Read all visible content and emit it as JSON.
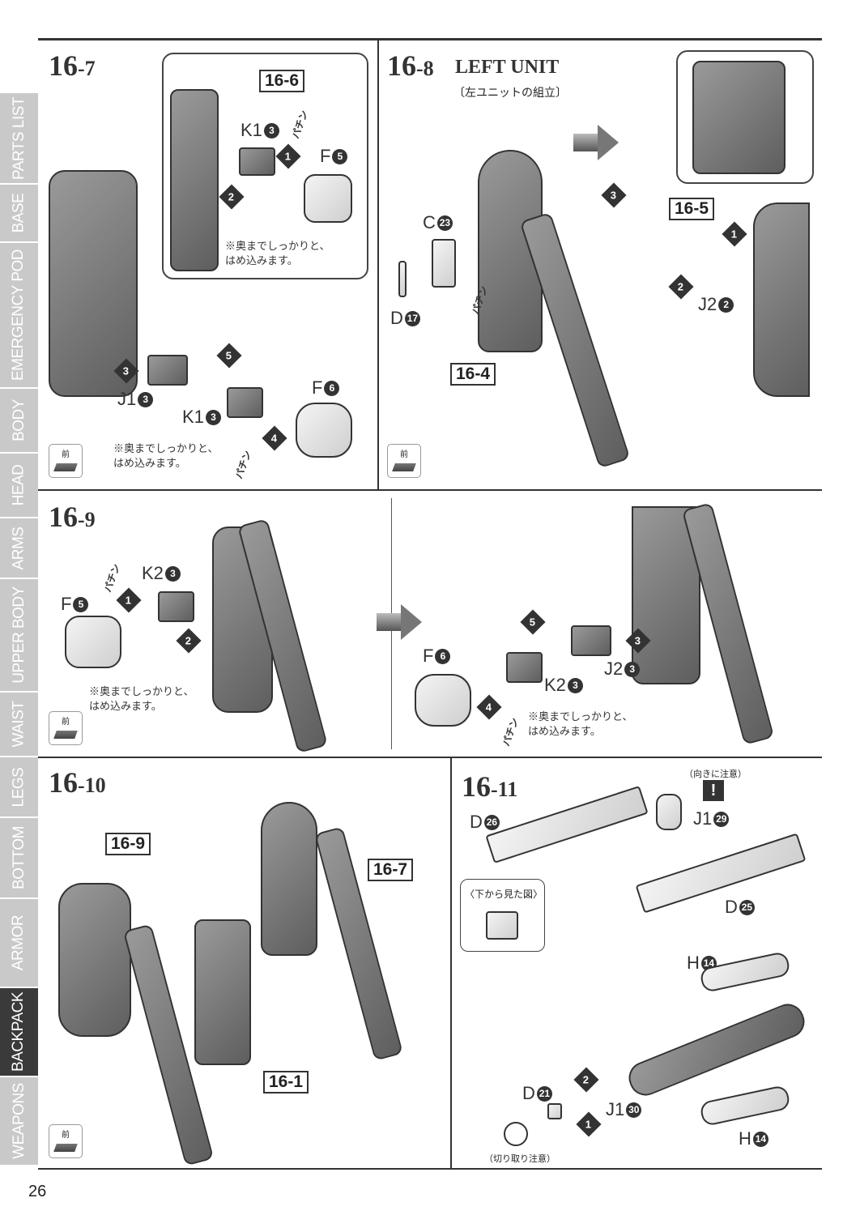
{
  "sidebar": {
    "tabs": [
      "PARTS LIST",
      "BASE",
      "EMERGENCY POD",
      "BODY",
      "HEAD",
      "ARMS",
      "UPPER BODY",
      "WAIST",
      "LEGS",
      "BOTTOM",
      "ARMOR",
      "BACKPACK",
      "WEAPONS"
    ],
    "active": "BACKPACK"
  },
  "page_number": "26",
  "front_label": "前",
  "note_text": "※奥までしっかりと、\nはめ込みます。",
  "pachin": "パチン",
  "s7": {
    "major": "16",
    "minor": "-7",
    "ref": "16-6",
    "parts": [
      {
        "l": "K1",
        "n": "3"
      },
      {
        "l": "F",
        "n": "5"
      },
      {
        "l": "J1",
        "n": "3"
      },
      {
        "l": "K1",
        "n": "3"
      },
      {
        "l": "F",
        "n": "6"
      }
    ],
    "steps": [
      "1",
      "2",
      "3",
      "4",
      "5"
    ]
  },
  "s8": {
    "major": "16",
    "minor": "-8",
    "title": "LEFT UNIT",
    "subtitle": "〔左ユニットの組立〕",
    "refs": [
      "16-5",
      "16-4"
    ],
    "parts": [
      {
        "l": "C",
        "n": "23"
      },
      {
        "l": "D",
        "n": "17"
      },
      {
        "l": "J2",
        "n": "2"
      }
    ],
    "steps": [
      "1",
      "2",
      "3"
    ]
  },
  "s9": {
    "major": "16",
    "minor": "-9",
    "parts": [
      {
        "l": "K2",
        "n": "3"
      },
      {
        "l": "F",
        "n": "5"
      },
      {
        "l": "F",
        "n": "6"
      },
      {
        "l": "K2",
        "n": "3"
      },
      {
        "l": "J2",
        "n": "3"
      }
    ],
    "steps": [
      "1",
      "2",
      "3",
      "4",
      "5"
    ]
  },
  "s10": {
    "major": "16",
    "minor": "-10",
    "refs": [
      "16-9",
      "16-7",
      "16-1"
    ]
  },
  "s11": {
    "major": "16",
    "minor": "-11",
    "orientation_note": "（向きに注意）",
    "bottom_view": "〈下から見た図〉",
    "cut_note": "（切り取り注意）",
    "parts": [
      {
        "l": "D",
        "n": "26"
      },
      {
        "l": "J1",
        "n": "29"
      },
      {
        "l": "D",
        "n": "25"
      },
      {
        "l": "H",
        "n": "14"
      },
      {
        "l": "H",
        "n": "14"
      },
      {
        "l": "D",
        "n": "21"
      },
      {
        "l": "J1",
        "n": "30"
      }
    ],
    "steps": [
      "1",
      "2"
    ],
    "warning": "!"
  }
}
